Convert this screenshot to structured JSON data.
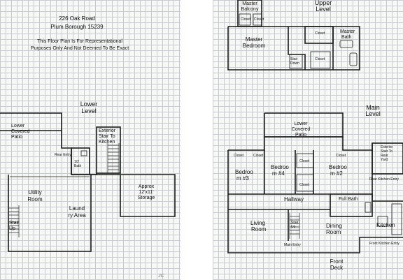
{
  "header": {
    "address": "226 Oak Road",
    "city": "Plum Borough 15239",
    "disclaimer_1": "This Floor Plan Is For Representational",
    "disclaimer_2": "Purposes Only And Not Deemed To Be Exact"
  },
  "lower_level": {
    "title_1": "Lower",
    "title_2": "Level",
    "covered_patio_1": "Lower",
    "covered_patio_2": "Covered",
    "covered_patio_3": "Patio",
    "exterior_stair_1": "Exterior",
    "exterior_stair_2": "Stair To",
    "exterior_stair_3": "Kitchen",
    "rear_entry": "Rear Entry",
    "half_bath_1": "1/2",
    "half_bath_2": "Bath",
    "utility_1": "Utility",
    "utility_2": "Room",
    "laundry_1": "Laund",
    "laundry_2": "ry Area",
    "storage_1": "Approx",
    "storage_2": "12'x11'",
    "storage_3": "Storage",
    "stair_1": "Stair",
    "stair_2": "Up"
  },
  "upper_level": {
    "title_1": "Upper",
    "title_2": "Level",
    "balcony_1": "Master",
    "balcony_2": "Balcony",
    "master_bedroom_1": "Master",
    "master_bedroom_2": "Bedroom",
    "closet": "Closet",
    "master_bath_1": "Master",
    "master_bath_2": "Bath",
    "stair_down_1": "Stair",
    "stair_down_2": "Down"
  },
  "main_level": {
    "title_1": "Main",
    "title_2": "Level",
    "covered_patio_1": "Lower",
    "covered_patio_2": "Covered",
    "covered_patio_3": "Patio",
    "exterior_stair_1": "Exterior",
    "exterior_stair_2": "Stair To",
    "exterior_stair_3": "Rear",
    "exterior_stair_4": "Yard",
    "bedroom3_1": "Bedroo",
    "bedroom3_2": "m #3",
    "bedroom4_1": "Bedroo",
    "bedroom4_2": "m #4",
    "bedroom2_1": "Bedroo",
    "bedroom2_2": "m #2",
    "closet": "Closet",
    "rear_kitchen_entry": "Rear Kitchen Entry",
    "hallway": "Hallway",
    "full_bath": "Full Bath",
    "living_1": "Living",
    "living_2": "Room",
    "stair_1": "Stair",
    "stair_2": "Up",
    "dining_1": "Dining",
    "dining_2": "Room",
    "kitchen": "Kitchen",
    "main_entry": "Main Entry",
    "front_kitchen_entry": "Front Kitchen Entry",
    "front_deck_1": "Front",
    "front_deck_2": "Deck"
  },
  "footer": {
    "initials": "JC"
  }
}
